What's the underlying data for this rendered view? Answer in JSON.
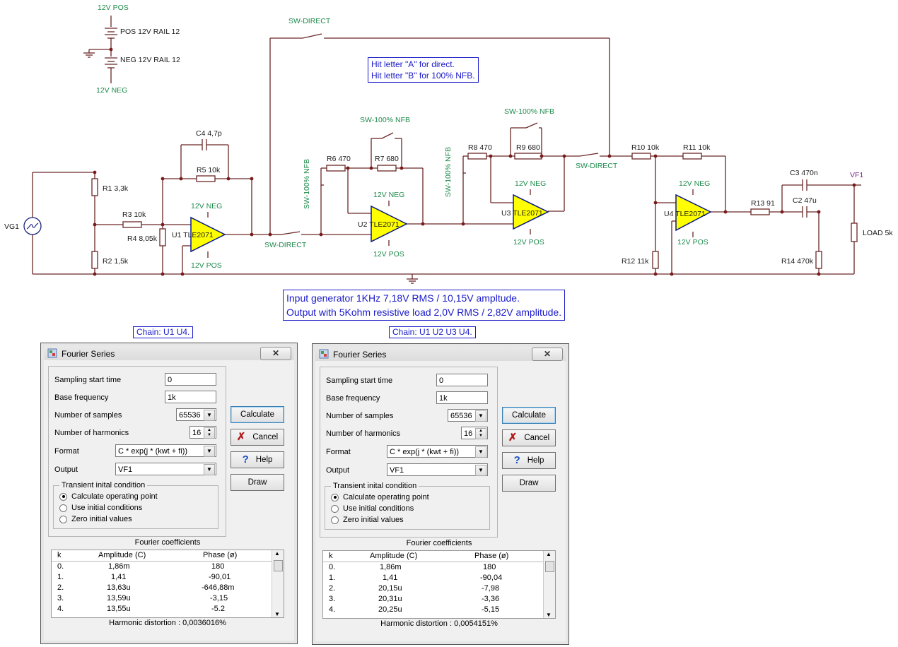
{
  "schematic": {
    "supply": {
      "pos_top": "12V POS",
      "pos_rail": "POS 12V RAIL 12",
      "neg_rail": "NEG 12V RAIL 12",
      "neg_bottom": "12V NEG"
    },
    "note_keys": [
      "Hit letter \"A\" for direct.",
      "Hit letter \"B\"  for 100% NFB."
    ],
    "note_info": [
      "Input generator 1KHz 7,18V RMS / 10,15V ampltude.",
      "Output with 5Kohm resistive load 2,0V RMS / 2,82V amplitude."
    ],
    "components": {
      "vg1": "VG1",
      "r1": "R1 3,3k",
      "r2": "R2 1,5k",
      "r3": "R3 10k",
      "r4": "R4 8,05k",
      "c4": "C4 4,7p",
      "r5": "R5 10k",
      "u1": "U1 TLE2071",
      "r6": "R6 470",
      "r7": "R7 680",
      "u2": "U2 TLE2071",
      "r8": "R8 470",
      "r9": "R9 680",
      "u3": "U3 TLE2071",
      "r10": "R10 10k",
      "r11": "R11 10k",
      "u4": "U4 TLE2071",
      "r12": "R12 11k",
      "r13": "R13 91",
      "c3": "C3 470n",
      "c2": "C2 47u",
      "r14": "R14 470k",
      "load": "LOAD 5k",
      "vf1": "VF1"
    },
    "switches": {
      "sw_direct_top": "SW-DIRECT",
      "sw_direct_mid": "SW-DIRECT",
      "sw_direct_right": "SW-DIRECT",
      "sw_nfb_vert1": "SW-100% NFB",
      "sw_nfb_top2": "SW-100% NFB",
      "sw_nfb_vert2": "SW-100% NFB",
      "sw_nfb_top3": "SW-100% NFB"
    },
    "rails": {
      "u1_neg": "12V NEG",
      "u1_pos": "12V POS",
      "u2_neg": "12V NEG",
      "u2_pos": "12V POS",
      "u3_neg": "12V NEG",
      "u3_pos": "12V POS",
      "u4_neg": "12V NEG",
      "u4_pos": "12V POS"
    },
    "colors": {
      "wire": "#6b2727",
      "opamp_fill": "#ffff00",
      "opamp_stroke": "#0a1a8a",
      "note": "#1a1ac8",
      "rail_text": "#1f8a4c"
    }
  },
  "dialogs": [
    {
      "chain_label": "Chain: U1 U4.",
      "title": "Fourier Series",
      "close": "✕",
      "labels": {
        "start_time": "Sampling start time",
        "base_freq": "Base frequency",
        "num_samples": "Number of samples",
        "num_harmonics": "Number of harmonics",
        "format": "Format",
        "output": "Output"
      },
      "values": {
        "start_time": "0",
        "base_freq": "1k",
        "num_samples": "65536",
        "num_harmonics": "16",
        "format": "C * exp(j * (kwt + fi))",
        "output": "VF1"
      },
      "transient": {
        "title": "Transient inital condition",
        "options": [
          "Calculate operating point",
          "Use initial conditions",
          "Zero initial values"
        ],
        "selected": 0
      },
      "buttons": {
        "calculate": "Calculate",
        "cancel": "Cancel",
        "help": "Help",
        "draw": "Draw"
      },
      "coef_title": "Fourier coefficients",
      "headers": [
        "k",
        "Amplitude (C)",
        "Phase (ø)"
      ],
      "rows": [
        [
          "0.",
          "1,86m",
          "180"
        ],
        [
          "1.",
          "1,41",
          "-90,01"
        ],
        [
          "2.",
          "13,63u",
          "-646,88m"
        ],
        [
          "3.",
          "13,59u",
          "-3,15"
        ],
        [
          "4.",
          "13,55u",
          "-5.2"
        ]
      ],
      "distortion_label": "Harmonic distortion :",
      "distortion_value": "0,0036016%"
    },
    {
      "chain_label": "Chain: U1 U2 U3 U4.",
      "title": "Fourier Series",
      "close": "✕",
      "labels": {
        "start_time": "Sampling start time",
        "base_freq": "Base frequency",
        "num_samples": "Number of samples",
        "num_harmonics": "Number of harmonics",
        "format": "Format",
        "output": "Output"
      },
      "values": {
        "start_time": "0",
        "base_freq": "1k",
        "num_samples": "65536",
        "num_harmonics": "16",
        "format": "C * exp(j * (kwt + fi))",
        "output": "VF1"
      },
      "transient": {
        "title": "Transient inital condition",
        "options": [
          "Calculate operating point",
          "Use initial conditions",
          "Zero initial values"
        ],
        "selected": 0
      },
      "buttons": {
        "calculate": "Calculate",
        "cancel": "Cancel",
        "help": "Help",
        "draw": "Draw"
      },
      "coef_title": "Fourier coefficients",
      "headers": [
        "k",
        "Amplitude (C)",
        "Phase (ø)"
      ],
      "rows": [
        [
          "0.",
          "1,86m",
          "180"
        ],
        [
          "1.",
          "1,41",
          "-90,04"
        ],
        [
          "2.",
          "20,15u",
          "-7,98"
        ],
        [
          "3.",
          "20,31u",
          "-3,36"
        ],
        [
          "4.",
          "20,25u",
          "-5,15"
        ]
      ],
      "distortion_label": "Harmonic distortion :",
      "distortion_value": "0,0054151%"
    }
  ]
}
